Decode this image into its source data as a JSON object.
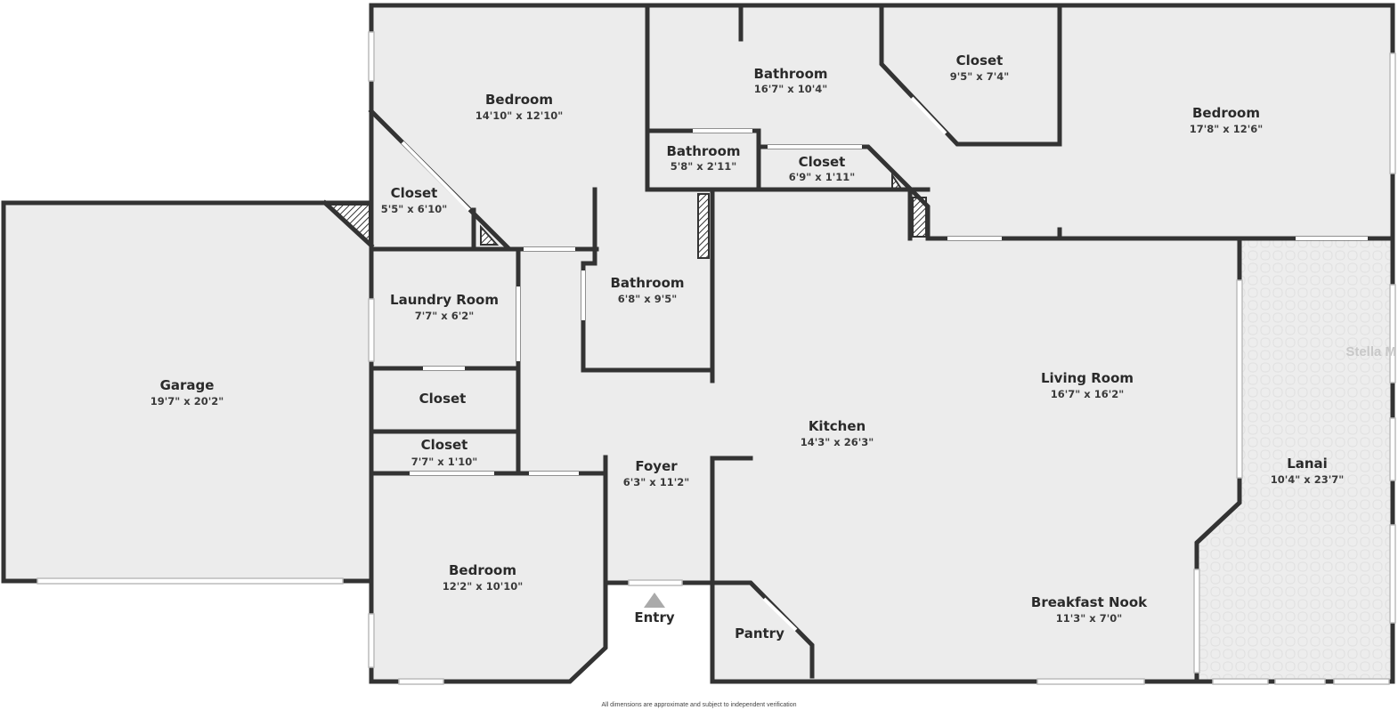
{
  "rooms": {
    "bedroom_1": {
      "name": "Bedroom",
      "dim": "14'10\" x 12'10\""
    },
    "bathroom_1": {
      "name": "Bathroom",
      "dim": "16'7\" x 10'4\""
    },
    "closet_1": {
      "name": "Closet",
      "dim": "9'5\" x 7'4\""
    },
    "bedroom_2": {
      "name": "Bedroom",
      "dim": "17'8\" x 12'6\""
    },
    "bathroom_2": {
      "name": "Bathroom",
      "dim": "5'8\" x 2'11\""
    },
    "closet_2": {
      "name": "Closet",
      "dim": "6'9\" x 1'11\""
    },
    "closet_3": {
      "name": "Closet",
      "dim": "5'5\" x 6'10\""
    },
    "laundry": {
      "name": "Laundry Room",
      "dim": "7'7\" x 6'2\""
    },
    "bathroom_3": {
      "name": "Bathroom",
      "dim": "6'8\" x 9'5\""
    },
    "living": {
      "name": "Living Room",
      "dim": "16'7\" x 16'2\""
    },
    "garage": {
      "name": "Garage",
      "dim": "19'7\" x 20'2\""
    },
    "closet_4": {
      "name": "Closet"
    },
    "kitchen": {
      "name": "Kitchen",
      "dim": "14'3\" x 26'3\""
    },
    "closet_5": {
      "name": "Closet",
      "dim": "7'7\" x 1'10\""
    },
    "foyer": {
      "name": "Foyer",
      "dim": "6'3\" x 11'2\""
    },
    "lanai": {
      "name": "Lanai",
      "dim": "10'4\" x 23'7\""
    },
    "bedroom_3": {
      "name": "Bedroom",
      "dim": "12'2\" x 10'10\""
    },
    "breakfast": {
      "name": "Breakfast Nook",
      "dim": "11'3\" x 7'0\""
    },
    "pantry": {
      "name": "Pantry"
    }
  },
  "entry": {
    "label": "Entry",
    "arrow_icon": "triangle-up-icon"
  },
  "footnote": "All dimensions are approximate and subject to independent verification",
  "watermark": "Stella M",
  "colors": {
    "wall": "#333333",
    "floor": "#ececec",
    "background": "#ffffff",
    "arrow": "#aaaaaa"
  }
}
